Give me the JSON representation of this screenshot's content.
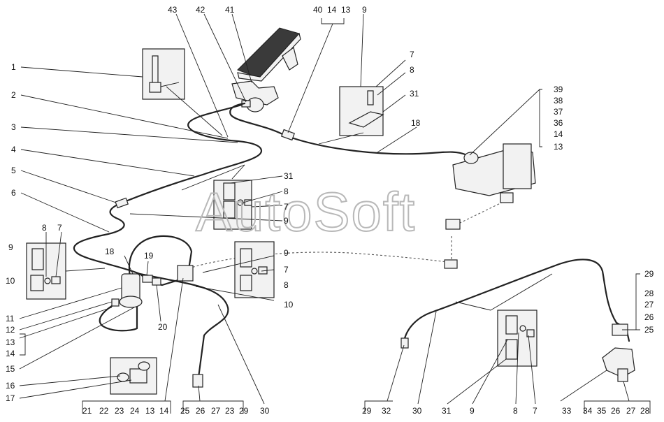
{
  "watermark": "AutoSoft",
  "callouts": [
    {
      "id": "c1",
      "text": "1"
    },
    {
      "id": "c2",
      "text": "2"
    },
    {
      "id": "c3",
      "text": "3"
    },
    {
      "id": "c4",
      "text": "4"
    },
    {
      "id": "c5",
      "text": "5"
    },
    {
      "id": "c6",
      "text": "6"
    },
    {
      "id": "c43",
      "text": "43"
    },
    {
      "id": "c42",
      "text": "42"
    },
    {
      "id": "c41",
      "text": "41"
    },
    {
      "id": "c40",
      "text": "40"
    },
    {
      "id": "c14a",
      "text": "14"
    },
    {
      "id": "c13a",
      "text": "13"
    },
    {
      "id": "c9a",
      "text": "9"
    },
    {
      "id": "c7a",
      "text": "7"
    },
    {
      "id": "c8a",
      "text": "8"
    },
    {
      "id": "c31a",
      "text": "31"
    },
    {
      "id": "c18a",
      "text": "18"
    },
    {
      "id": "c39",
      "text": "39"
    },
    {
      "id": "c38",
      "text": "38"
    },
    {
      "id": "c37",
      "text": "37"
    },
    {
      "id": "c36",
      "text": "36"
    },
    {
      "id": "c14b",
      "text": "14"
    },
    {
      "id": "c13b",
      "text": "13"
    },
    {
      "id": "c31b",
      "text": "31"
    },
    {
      "id": "c8b",
      "text": "8"
    },
    {
      "id": "c7b",
      "text": "7"
    },
    {
      "id": "c9b",
      "text": "9"
    },
    {
      "id": "c8c",
      "text": "8"
    },
    {
      "id": "c7c",
      "text": "7"
    },
    {
      "id": "c9c",
      "text": "9"
    },
    {
      "id": "c10a",
      "text": "10"
    },
    {
      "id": "c11",
      "text": "11"
    },
    {
      "id": "c12",
      "text": "12"
    },
    {
      "id": "c13c",
      "text": "13"
    },
    {
      "id": "c14c",
      "text": "14"
    },
    {
      "id": "c15",
      "text": "15"
    },
    {
      "id": "c16",
      "text": "16"
    },
    {
      "id": "c17",
      "text": "17"
    },
    {
      "id": "c18b",
      "text": "18"
    },
    {
      "id": "c19",
      "text": "19"
    },
    {
      "id": "c20",
      "text": "20"
    },
    {
      "id": "c9d",
      "text": "9"
    },
    {
      "id": "c7d",
      "text": "7"
    },
    {
      "id": "c8d",
      "text": "8"
    },
    {
      "id": "c10b",
      "text": "10"
    },
    {
      "id": "c29a",
      "text": "29"
    },
    {
      "id": "c28a",
      "text": "28"
    },
    {
      "id": "c27a",
      "text": "27"
    },
    {
      "id": "c26a",
      "text": "26"
    },
    {
      "id": "c25a",
      "text": "25"
    }
  ],
  "bottom_row": [
    {
      "id": "b21",
      "text": "21"
    },
    {
      "id": "b22",
      "text": "22"
    },
    {
      "id": "b23",
      "text": "23"
    },
    {
      "id": "b24",
      "text": "24"
    },
    {
      "id": "b13",
      "text": "13"
    },
    {
      "id": "b14",
      "text": "14"
    },
    {
      "id": "b25",
      "text": "25"
    },
    {
      "id": "b26",
      "text": "26"
    },
    {
      "id": "b27",
      "text": "27"
    },
    {
      "id": "b23b",
      "text": "23"
    },
    {
      "id": "b29",
      "text": "29"
    },
    {
      "id": "b30",
      "text": "30"
    },
    {
      "id": "b29b",
      "text": "29"
    },
    {
      "id": "b32",
      "text": "32"
    },
    {
      "id": "b30b",
      "text": "30"
    },
    {
      "id": "b31",
      "text": "31"
    },
    {
      "id": "b9",
      "text": "9"
    },
    {
      "id": "b8",
      "text": "8"
    },
    {
      "id": "b7",
      "text": "7"
    },
    {
      "id": "b33",
      "text": "33"
    },
    {
      "id": "b34",
      "text": "34"
    },
    {
      "id": "b35",
      "text": "35"
    },
    {
      "id": "b26b",
      "text": "26"
    },
    {
      "id": "b27b",
      "text": "27"
    },
    {
      "id": "b28",
      "text": "28"
    }
  ]
}
